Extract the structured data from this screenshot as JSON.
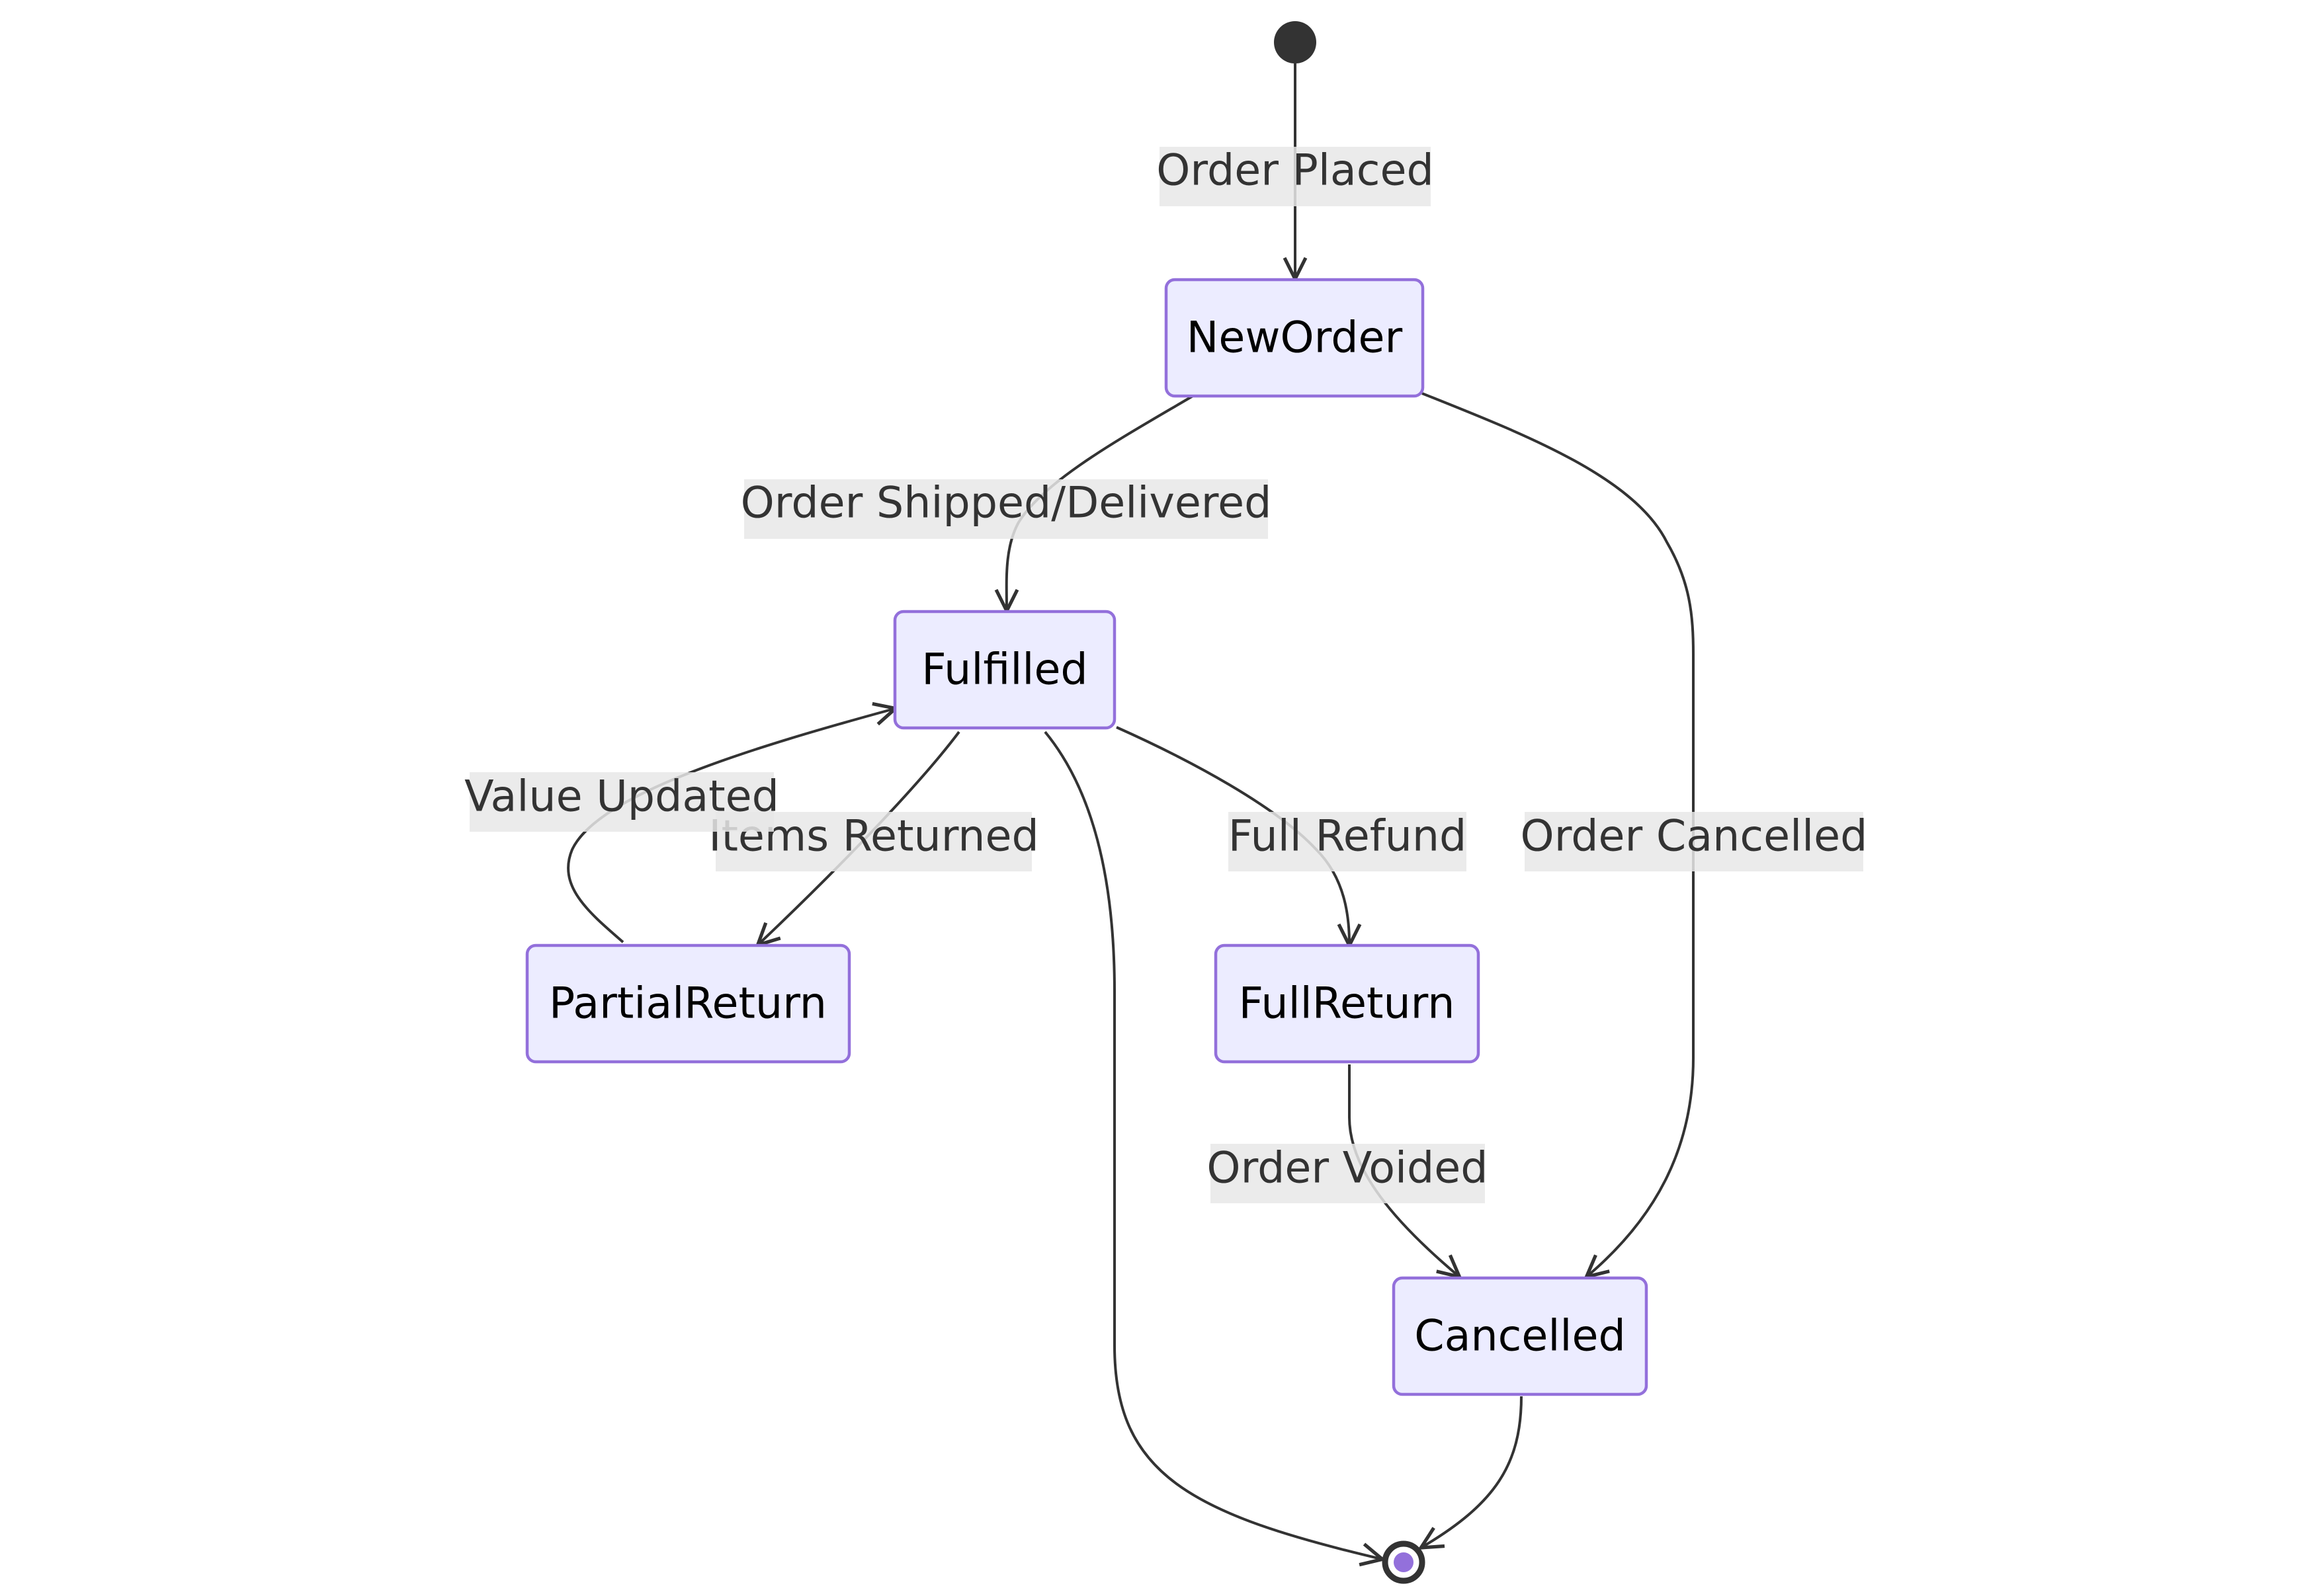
{
  "states": {
    "new_order": "NewOrder",
    "fulfilled": "Fulfilled",
    "partial_return": "PartialReturn",
    "full_return": "FullReturn",
    "cancelled": "Cancelled"
  },
  "transitions": {
    "order_placed": "Order Placed",
    "order_shipped": "Order Shipped/Delivered",
    "order_cancelled": "Order Cancelled",
    "value_updated": "Value Updated",
    "items_returned": "Items Returned",
    "full_refund": "Full Refund",
    "order_voided": "Order Voided"
  },
  "colors": {
    "node_fill": "#ECECFF",
    "node_border": "#9370DB",
    "edge": "#333333",
    "label_background": "#e8e8e8",
    "end_state_inner": "#9370DB"
  }
}
